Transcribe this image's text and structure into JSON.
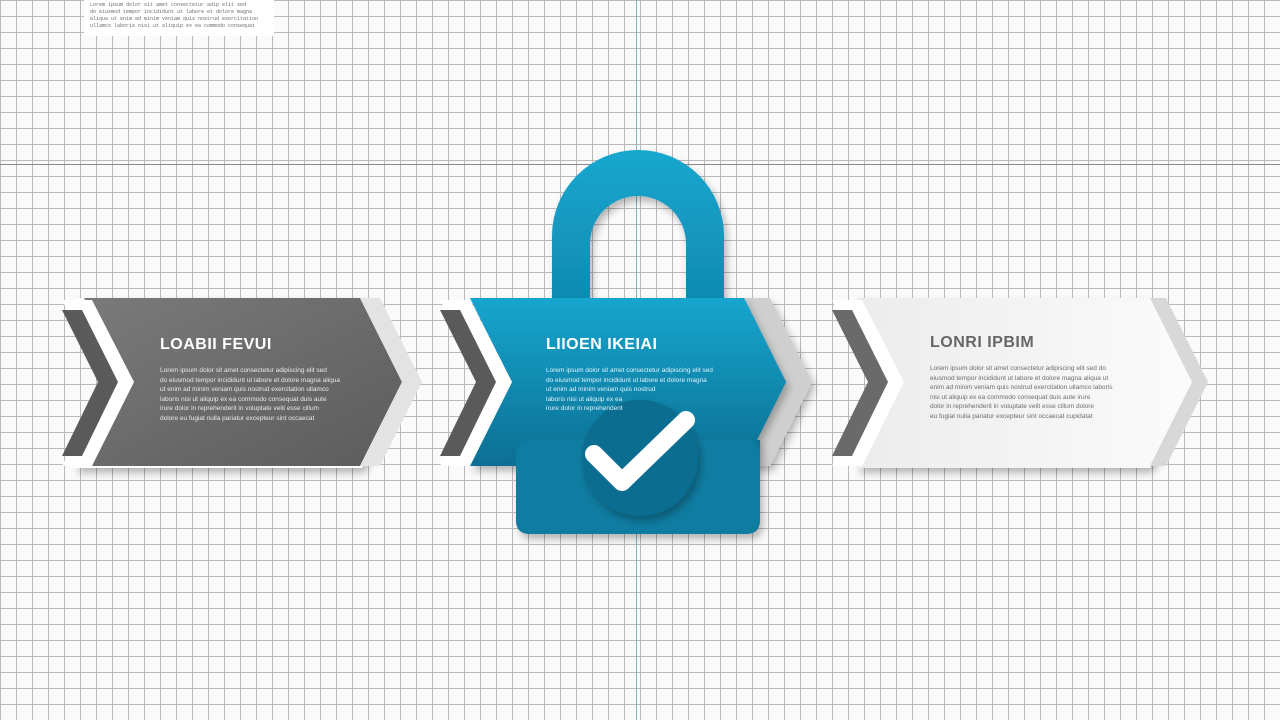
{
  "corner_note": {
    "lines": [
      "Lorem ipsum dolor sit amet consectetur adip elit sed",
      "do eiusmod tempor incididunt ut labore et dolore magna",
      "aliqua ut enim ad minim veniam quis nostrud exercitation",
      "ullamco laboris nisi ut aliquip ex ea commodo consequat"
    ]
  },
  "cards": [
    {
      "title": "LOABII FEVUI",
      "body": [
        "Lorem ipsum dolor sit amet consectetur adipiscing elit sed",
        "do eiusmod tempor incididunt ut labore et dolore magna aliqua",
        "ut enim ad minim veniam quis nostrud exercitation ullamco",
        "laboris nisi ut aliquip ex ea commodo consequat duis aute",
        "irure dolor in reprehenderit in voluptate velit esse cillum",
        "dolore eu fugiat nulla pariatur excepteur sint occaecat"
      ],
      "color": "#6b6b6b"
    },
    {
      "title": "LIIOEN IKEIAI",
      "body": [
        "Lorem ipsum dolor sit amet consectetur adipiscing elit sed",
        "do eiusmod tempor incididunt ut labore et dolore magna",
        "ut enim ad minim veniam quis nostrud",
        "laboris nisi ut aliquip ex ea",
        "irure dolor in reprehenderit"
      ],
      "color": "#0f86aa"
    },
    {
      "title": "LONRI IPBIM",
      "body": [
        "Lorem ipsum dolor sit amet consectetur adipiscing elit sed do",
        "eiusmod tempor incididunt ut labore et dolore magna aliqua ut",
        "enim ad minim veniam quis nostrud exercitation ullamco laboris",
        "nisi ut aliquip ex ea commodo consequat duis aute irure",
        "dolor in reprehenderit in voluptate velit esse cillum dolore",
        "eu fugiat nulla pariatur excepteur sint occaecat cupidatat"
      ],
      "color": "#f2f2f2"
    }
  ],
  "icons": {
    "padlock": "padlock-icon",
    "check": "check-icon",
    "chevron": "chevron-right-icon"
  },
  "colors": {
    "accent": "#1192bb",
    "accent_dark": "#0b6f90",
    "gray": "#6b6b6b",
    "light": "#f2f2f2"
  }
}
